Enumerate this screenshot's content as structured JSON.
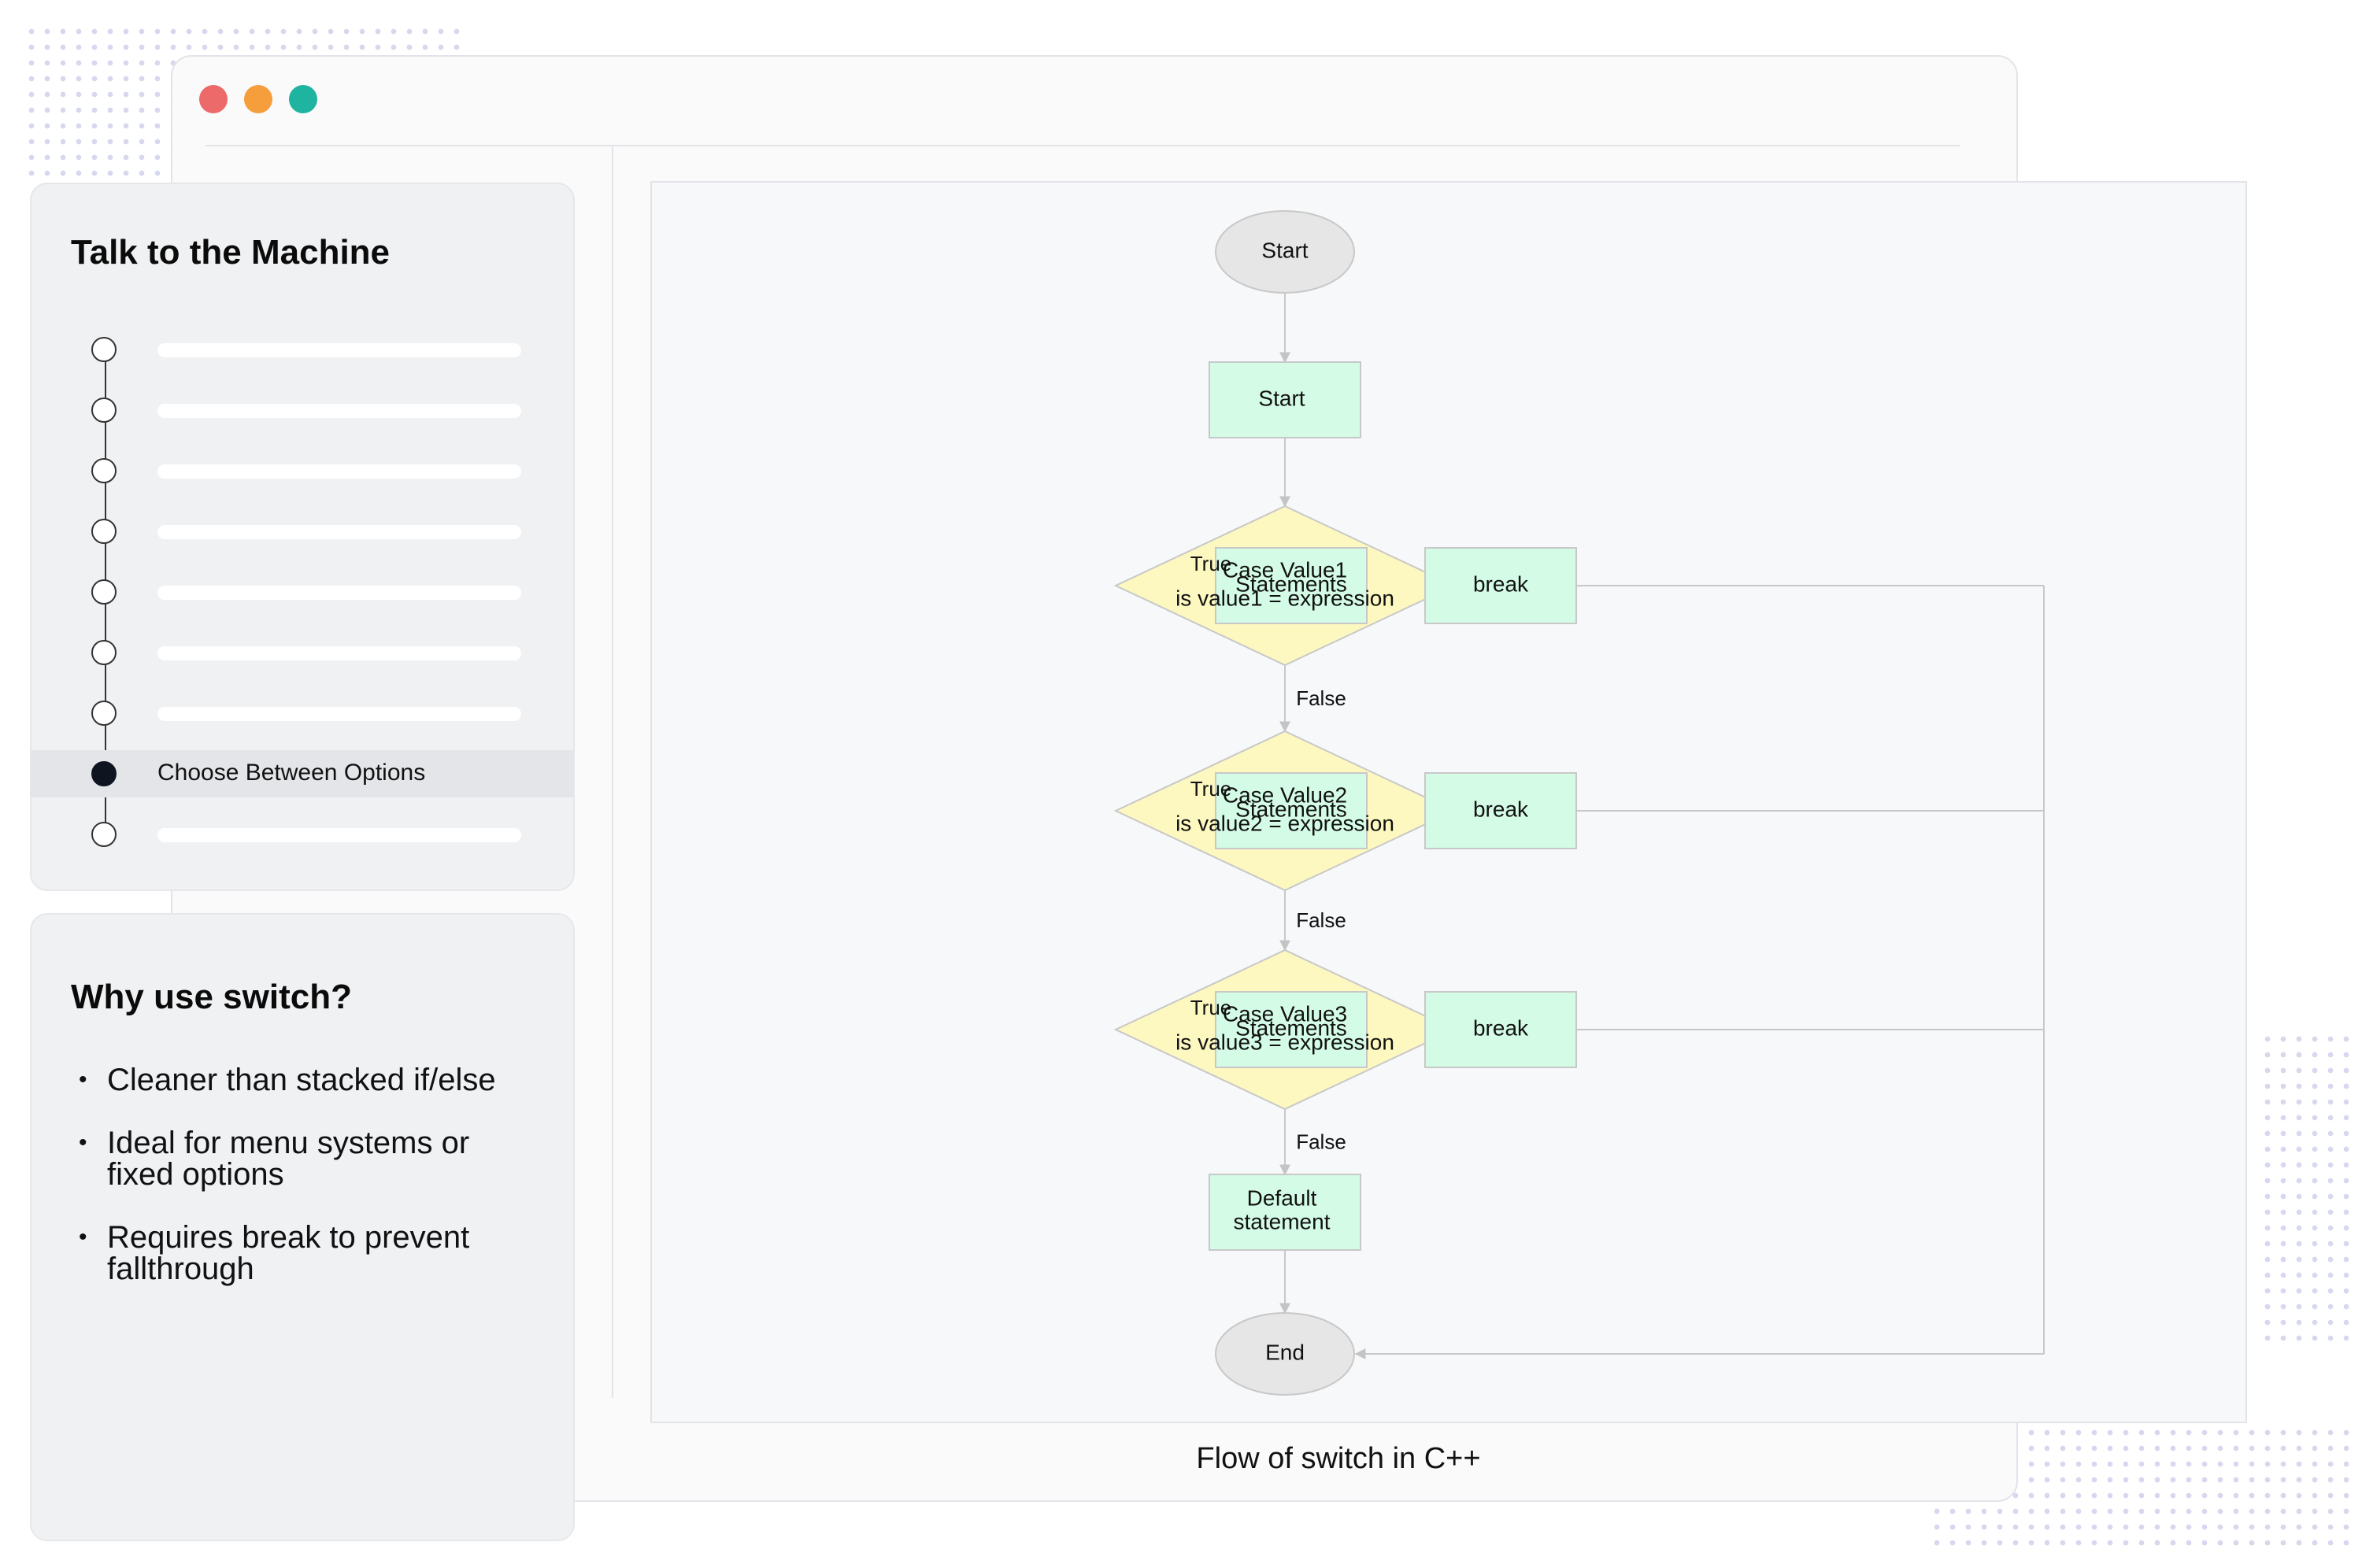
{
  "window": {
    "traffic_lights": [
      {
        "name": "close",
        "color": "#ec6a6a"
      },
      {
        "name": "minimize",
        "color": "#f59e3b"
      },
      {
        "name": "zoom",
        "color": "#1fb4a0"
      }
    ]
  },
  "lesson_panel": {
    "title": "Talk to the Machine",
    "active_step_label": "Choose Between Options",
    "step_count": 9,
    "active_step_index": 7
  },
  "info_panel": {
    "title": "Why use switch?",
    "bullets": [
      "Cleaner than stacked if/else",
      "Ideal for menu systems or fixed options",
      "Requires break to prevent fallthrough"
    ]
  },
  "diagram": {
    "caption": "Flow of switch in C++",
    "terminal_start": "Start",
    "start_box": "Start",
    "cases": [
      {
        "line1": "Case Value1",
        "line2": "is value1 = expression",
        "true_label": "True",
        "false_label": "False",
        "statements": "Statements",
        "break": "break"
      },
      {
        "line1": "Case Value2",
        "line2": "is value2 = expression",
        "true_label": "True",
        "false_label": "False",
        "statements": "Statements",
        "break": "break"
      },
      {
        "line1": "Case Value3",
        "line2": "is value3 = expression",
        "true_label": "True",
        "false_label": "False",
        "statements": "Statements",
        "break": "break"
      }
    ],
    "default_line1": "Default",
    "default_line2": "statement",
    "terminal_end": "End",
    "colors": {
      "terminal_fill": "#e6e6e6",
      "process_fill": "#d4fbe6",
      "decision_fill": "#fdf7c0",
      "stroke": "#c8c8c8"
    }
  }
}
